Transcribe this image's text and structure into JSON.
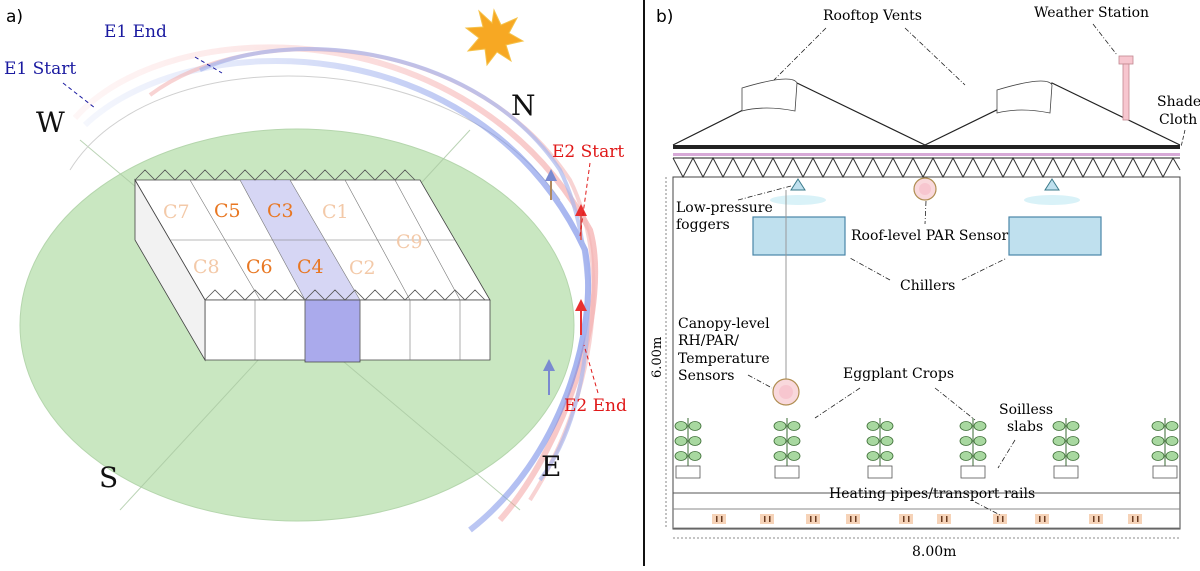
{
  "panel_a": {
    "label": "a)",
    "compass": {
      "west": "W",
      "north": "N",
      "south": "S",
      "east": "E"
    },
    "events": {
      "e1_start": "E1 Start",
      "e1_end": "E1 End",
      "e2_start": "E2 Start",
      "e2_end": "E2 End"
    },
    "chambers": [
      "C7",
      "C5",
      "C3",
      "C1",
      "C9",
      "C8",
      "C6",
      "C4",
      "C2"
    ],
    "colors": {
      "e1": "#1a1aa0",
      "e2": "#e01818",
      "ground": "#c9e7c1",
      "chamber_label": "#e87722",
      "highlight": "#9a9ae8"
    }
  },
  "panel_b": {
    "label": "b)",
    "rooftop_vents": "Rooftop Vents",
    "weather_station": "Weather Station",
    "shade_cloth_1": "Shade",
    "shade_cloth_2": "Cloth",
    "foggers_1": "Low-pressure",
    "foggers_2": "foggers",
    "roof_par": "Roof-level PAR Sensor",
    "chillers": "Chillers",
    "canopy_1": "Canopy-level",
    "canopy_2": "RH/PAR/",
    "canopy_3": "Temperature",
    "canopy_4": "Sensors",
    "eggplant": "Eggplant Crops",
    "soilless_1": "Soilless",
    "soilless_2": "slabs",
    "heating": "Heating pipes/transport rails",
    "height": "6.00m",
    "width": "8.00m",
    "colors": {
      "chiller": "#bfe0ee",
      "sensor": "#f7c6cf",
      "leaf": "#a8d8a0",
      "pipe": "#f6d3b8"
    }
  }
}
